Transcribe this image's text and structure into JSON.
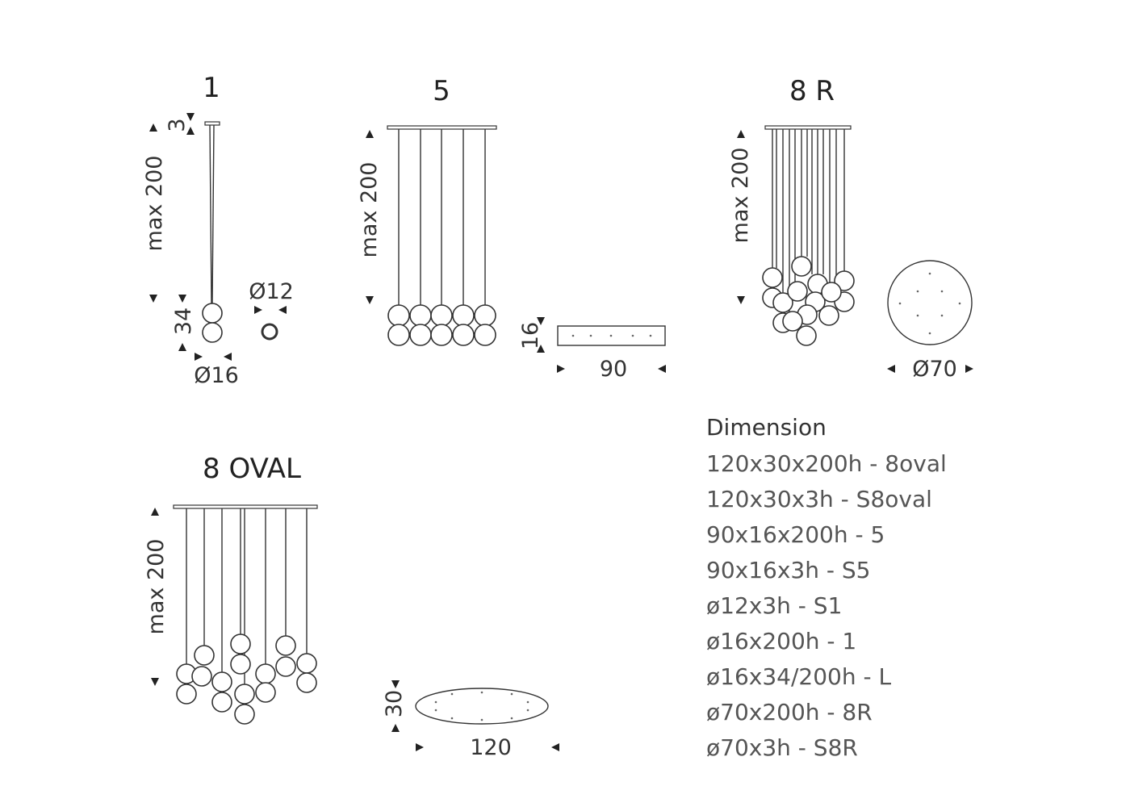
{
  "models": {
    "m1": {
      "title": "1",
      "height": "max 200",
      "canopy": "3",
      "pair": "34",
      "sphere": "Ø16",
      "base": "Ø12"
    },
    "m5": {
      "title": "5",
      "height": "max 200",
      "depth": "16",
      "width": "90"
    },
    "m8r": {
      "title": "8 R",
      "height": "max 200",
      "diameter": "Ø70"
    },
    "m8oval": {
      "title": "8 OVAL",
      "height": "max 200",
      "depth": "30",
      "width": "120"
    }
  },
  "dimensions": {
    "heading": "Dimension",
    "items": [
      "120x30x200h - 8oval",
      "120x30x3h - S8oval",
      "90x16x200h - 5",
      "90x16x3h - S5",
      "ø12x3h - S1",
      "ø16x200h - 1",
      "ø16x34/200h - L",
      "ø70x200h - 8R",
      "ø70x3h - S8R"
    ]
  }
}
